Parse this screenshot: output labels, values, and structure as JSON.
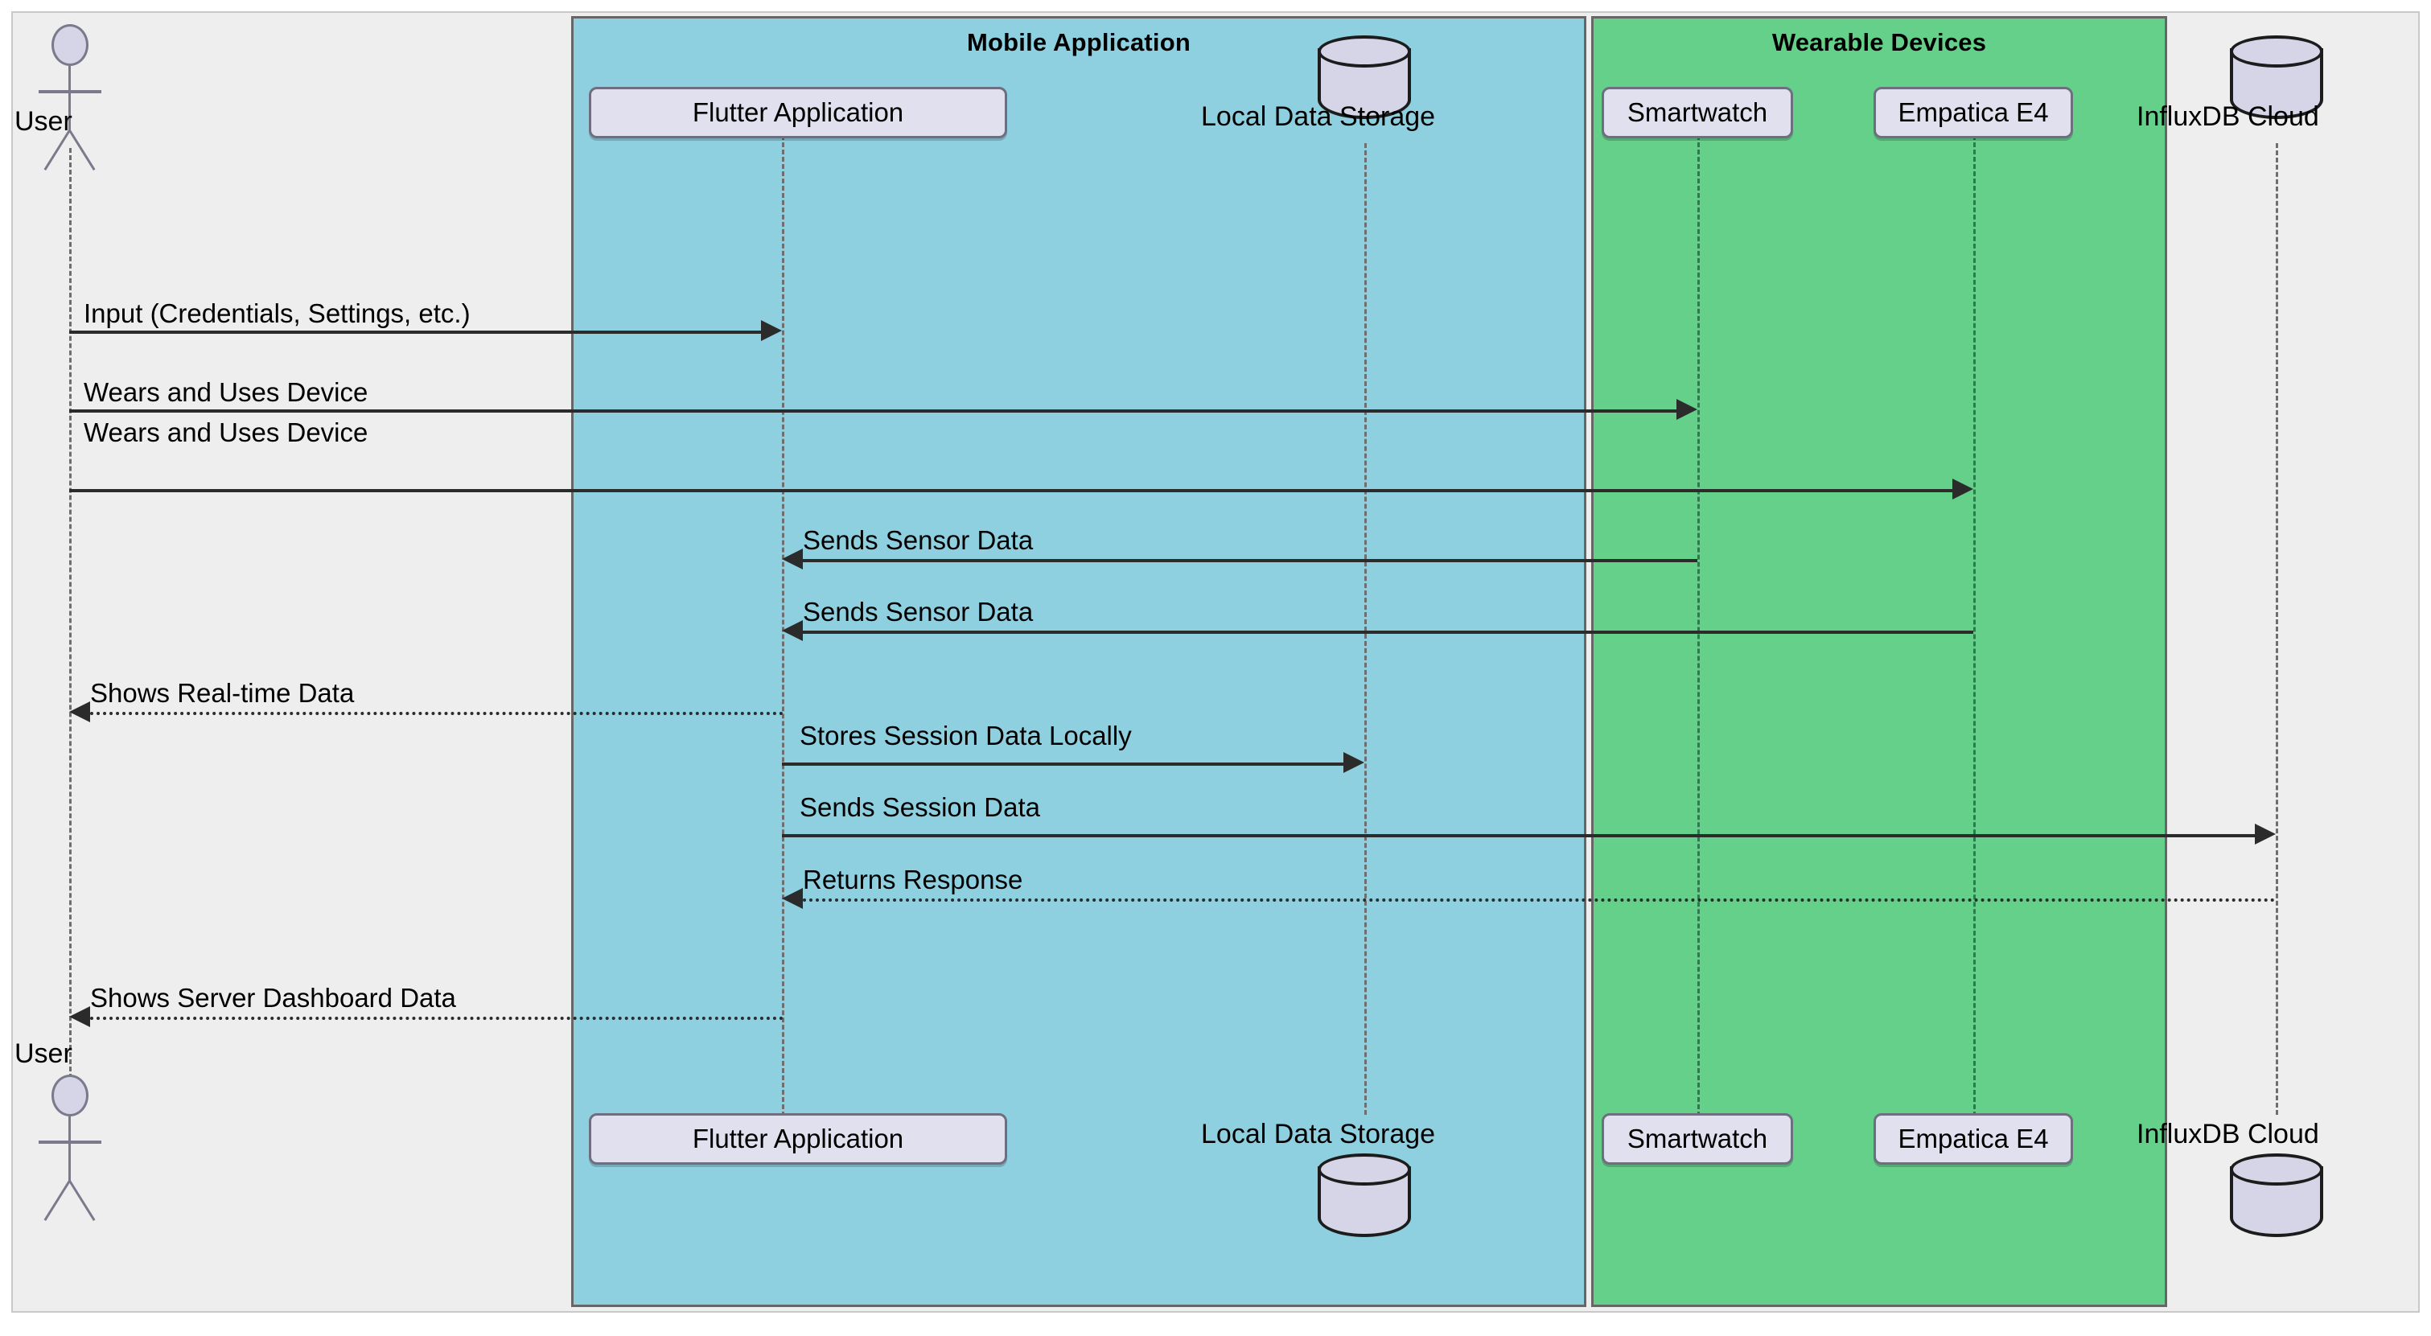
{
  "diagram": {
    "type": "uml-sequence-diagram",
    "colors": {
      "background": "#eeeeee",
      "mobile_group": "#8ed0e0",
      "wearable_group": "#64d089",
      "participant_box": "#e1e0ee",
      "line": "#2b2b2b",
      "green_line": "#1f5c38"
    },
    "groups": [
      {
        "id": "mobile",
        "title": "Mobile Application"
      },
      {
        "id": "wearable",
        "title": "Wearable Devices"
      }
    ],
    "participants": [
      {
        "id": "user",
        "label": "User",
        "shape": "actor"
      },
      {
        "id": "flutter",
        "label": "Flutter Application",
        "shape": "box",
        "group": "mobile"
      },
      {
        "id": "storage",
        "label": "Local Data Storage",
        "shape": "database",
        "group": "mobile"
      },
      {
        "id": "smartwatch",
        "label": "Smartwatch",
        "shape": "box",
        "group": "wearable"
      },
      {
        "id": "empatica",
        "label": "Empatica E4",
        "shape": "box",
        "group": "wearable"
      },
      {
        "id": "influx",
        "label": "InfluxDB Cloud",
        "shape": "database"
      }
    ],
    "messages": [
      {
        "index": 1,
        "label": "Input (Credentials, Settings, etc.)",
        "from": "user",
        "to": "flutter",
        "direction": "right",
        "style": "solid"
      },
      {
        "index": 2,
        "label": "Wears and Uses Device",
        "from": "user",
        "to": "smartwatch",
        "direction": "right",
        "style": "solid"
      },
      {
        "index": 3,
        "label": "Wears and Uses Device",
        "from": "user",
        "to": "empatica",
        "direction": "right",
        "style": "solid"
      },
      {
        "index": 4,
        "label": "Sends Sensor Data",
        "from": "smartwatch",
        "to": "flutter",
        "direction": "left",
        "style": "solid"
      },
      {
        "index": 5,
        "label": "Sends Sensor Data",
        "from": "empatica",
        "to": "flutter",
        "direction": "left",
        "style": "solid"
      },
      {
        "index": 6,
        "label": "Shows Real-time Data",
        "from": "flutter",
        "to": "user",
        "direction": "left",
        "style": "dotted"
      },
      {
        "index": 7,
        "label": "Stores Session Data Locally",
        "from": "flutter",
        "to": "storage",
        "direction": "right",
        "style": "solid"
      },
      {
        "index": 8,
        "label": "Sends Session Data",
        "from": "flutter",
        "to": "influx",
        "direction": "right",
        "style": "solid"
      },
      {
        "index": 9,
        "label": "Returns Response",
        "from": "influx",
        "to": "flutter",
        "direction": "left",
        "style": "dotted"
      },
      {
        "index": 10,
        "label": "Shows Server Dashboard Data",
        "from": "flutter",
        "to": "user",
        "direction": "left",
        "style": "dotted"
      }
    ],
    "footer_labels": {
      "user": "User",
      "flutter": "Flutter Application",
      "storage": "Local Data Storage",
      "smartwatch": "Smartwatch",
      "empatica": "Empatica E4",
      "influx": "InfluxDB Cloud"
    }
  }
}
